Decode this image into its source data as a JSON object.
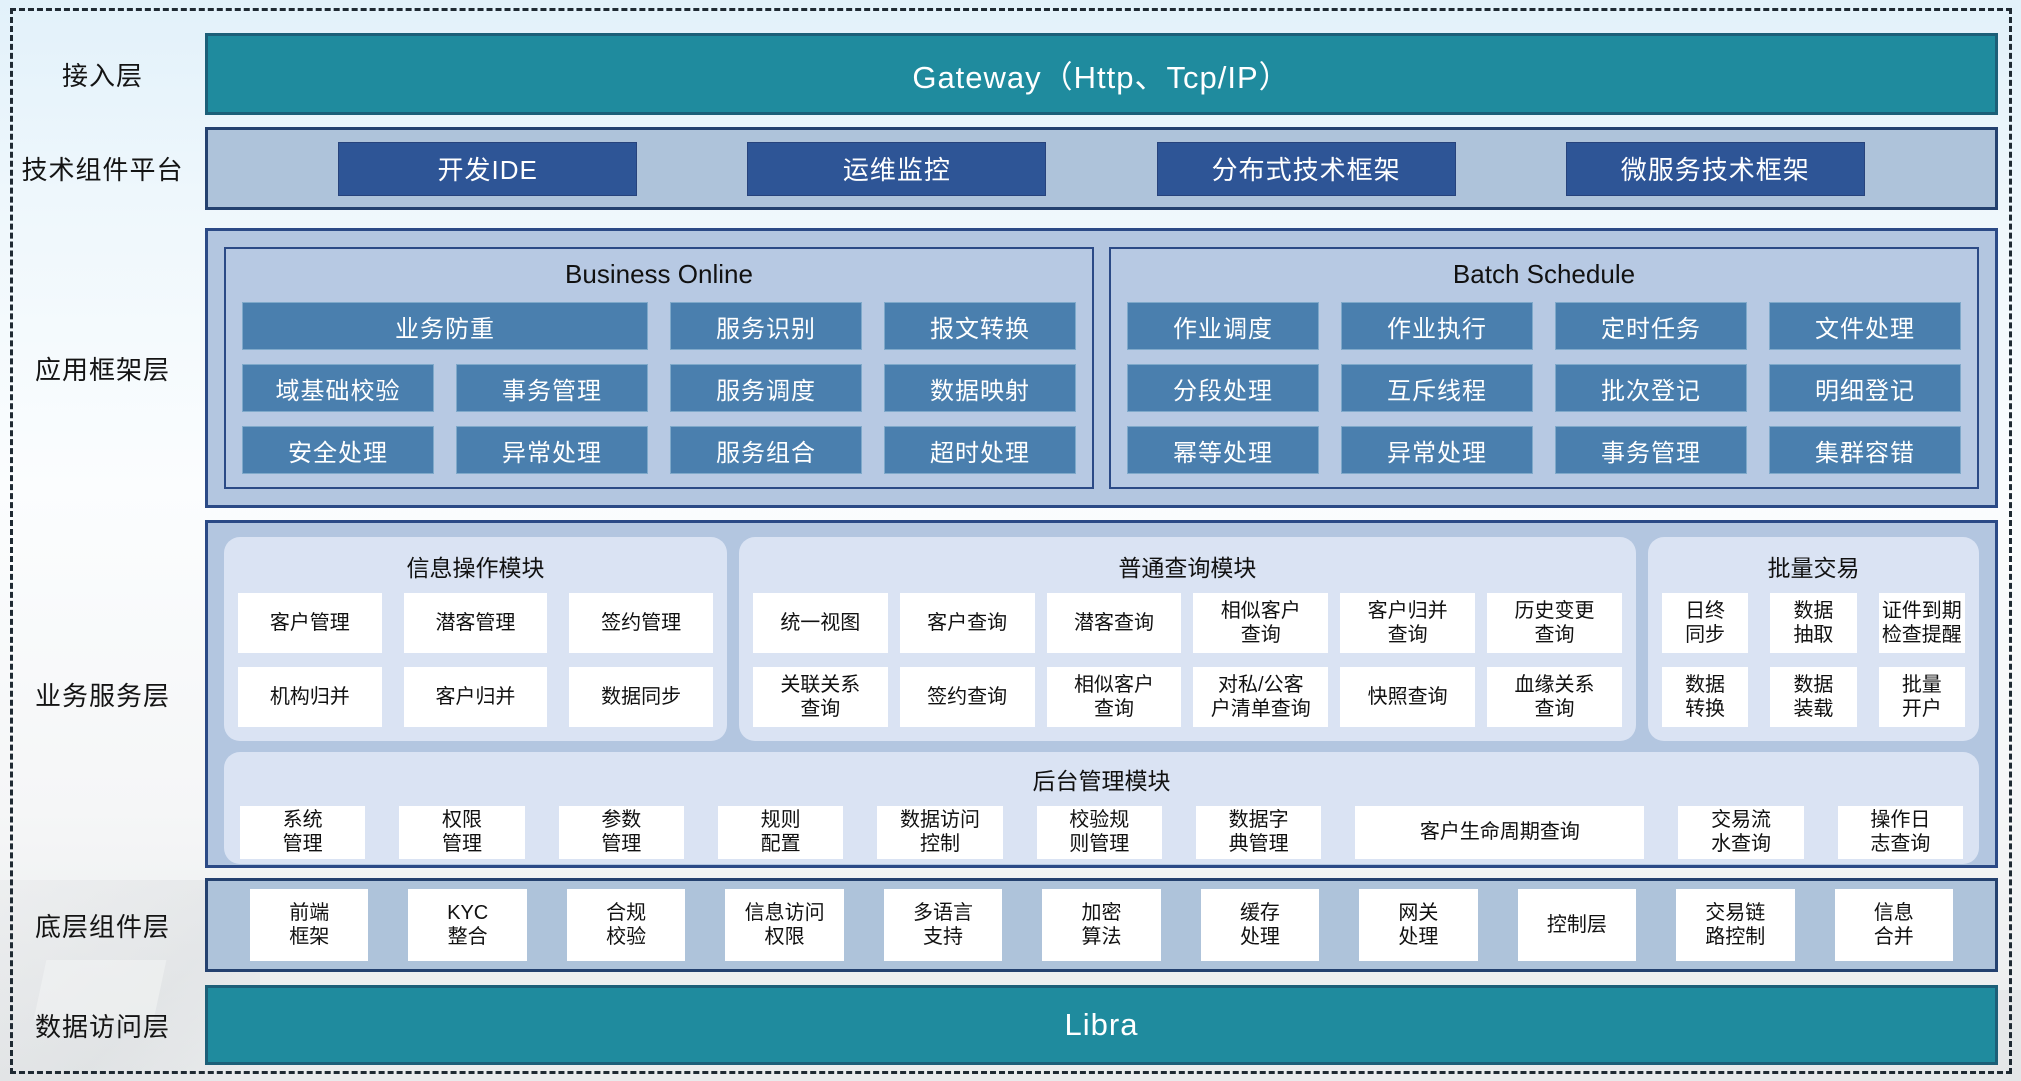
{
  "labels": [
    "接入层",
    "技术组件平台",
    "应用框架层",
    "业务服务层",
    "底层组件层",
    "数据访问层"
  ],
  "gateway": {
    "text": "Gateway（Http、Tcp/IP）"
  },
  "tech_platform": {
    "buttons": [
      "开发IDE",
      "运维监控",
      "分布式技术框架",
      "微服务技术框架"
    ]
  },
  "app_framework": {
    "sections": [
      {
        "title": "Business Online",
        "rows": [
          [
            {
              "t": "业务防重",
              "span": 2
            },
            {
              "t": "服务识别"
            },
            {
              "t": "报文转换"
            }
          ],
          [
            {
              "t": "域基础校验"
            },
            {
              "t": "事务管理"
            },
            {
              "t": "服务调度"
            },
            {
              "t": "数据映射"
            }
          ],
          [
            {
              "t": "安全处理"
            },
            {
              "t": "异常处理"
            },
            {
              "t": "服务组合"
            },
            {
              "t": "超时处理"
            }
          ]
        ]
      },
      {
        "title": "Batch Schedule",
        "rows": [
          [
            {
              "t": "作业调度"
            },
            {
              "t": "作业执行"
            },
            {
              "t": "定时任务"
            },
            {
              "t": "文件处理"
            }
          ],
          [
            {
              "t": "分段处理"
            },
            {
              "t": "互斥线程"
            },
            {
              "t": "批次登记"
            },
            {
              "t": "明细登记"
            }
          ],
          [
            {
              "t": "幂等处理"
            },
            {
              "t": "异常处理"
            },
            {
              "t": "事务管理"
            },
            {
              "t": "集群容错"
            }
          ]
        ]
      }
    ]
  },
  "business_service": {
    "modules": [
      {
        "title": "信息操作模块",
        "cols": 3,
        "flex": 4.7,
        "cells": [
          "客户管理",
          "潜客管理",
          "签约管理",
          "机构归并",
          "客户归并",
          "数据同步"
        ]
      },
      {
        "title": "普通查询模块",
        "cols": 6,
        "flex": 8.6,
        "cells": [
          "统一视图",
          "客户查询",
          "潜客查询",
          "相似客户\n查询",
          "客户归并\n查询",
          "历史变更\n查询",
          "关联关系\n查询",
          "签约查询",
          "相似客户\n查询",
          "对私/公客\n户清单查询",
          "快照查询",
          "血缘关系\n查询"
        ]
      },
      {
        "title": "批量交易",
        "cols": 3,
        "flex": 3,
        "cells": [
          "日终\n同步",
          "数据\n抽取",
          "证件到期\n检查提醒",
          "数据\n转换",
          "数据\n装载",
          "批量\n开户"
        ]
      }
    ],
    "admin": {
      "title": "后台管理模块",
      "cells": [
        {
          "t": "系统\n管理"
        },
        {
          "t": "权限\n管理"
        },
        {
          "t": "参数\n管理"
        },
        {
          "t": "规则\n配置"
        },
        {
          "t": "数据访问\n控制"
        },
        {
          "t": "校验规\n则管理"
        },
        {
          "t": "数据字\n典管理"
        },
        {
          "t": "客户生命周期查询",
          "wide": true
        },
        {
          "t": "交易流\n水查询"
        },
        {
          "t": "操作日\n志查询"
        }
      ]
    }
  },
  "base_components": {
    "cells": [
      "前端\n框架",
      "KYC\n整合",
      "合规\n校验",
      "信息访问\n权限",
      "多语言\n支持",
      "加密\n算法",
      "缓存\n处理",
      "网关\n处理",
      "控制层",
      "交易链\n路控制",
      "信息\n合并"
    ]
  },
  "data_access": {
    "text": "Libra"
  },
  "colors": {
    "teal": "#1f8b9e",
    "teal_border": "#1c5f78",
    "navy_button": "#2e5596",
    "light_bar": "#aec3da",
    "bar_border": "#24416f",
    "framework_fill": "#b3c6e0",
    "framework_border": "#2b4a86",
    "steel_item": "#4a7fae",
    "module_fill": "#dae3f3",
    "cell_fill": "#ffffff",
    "text_dark": "#141414",
    "text_light": "#ffffff"
  }
}
